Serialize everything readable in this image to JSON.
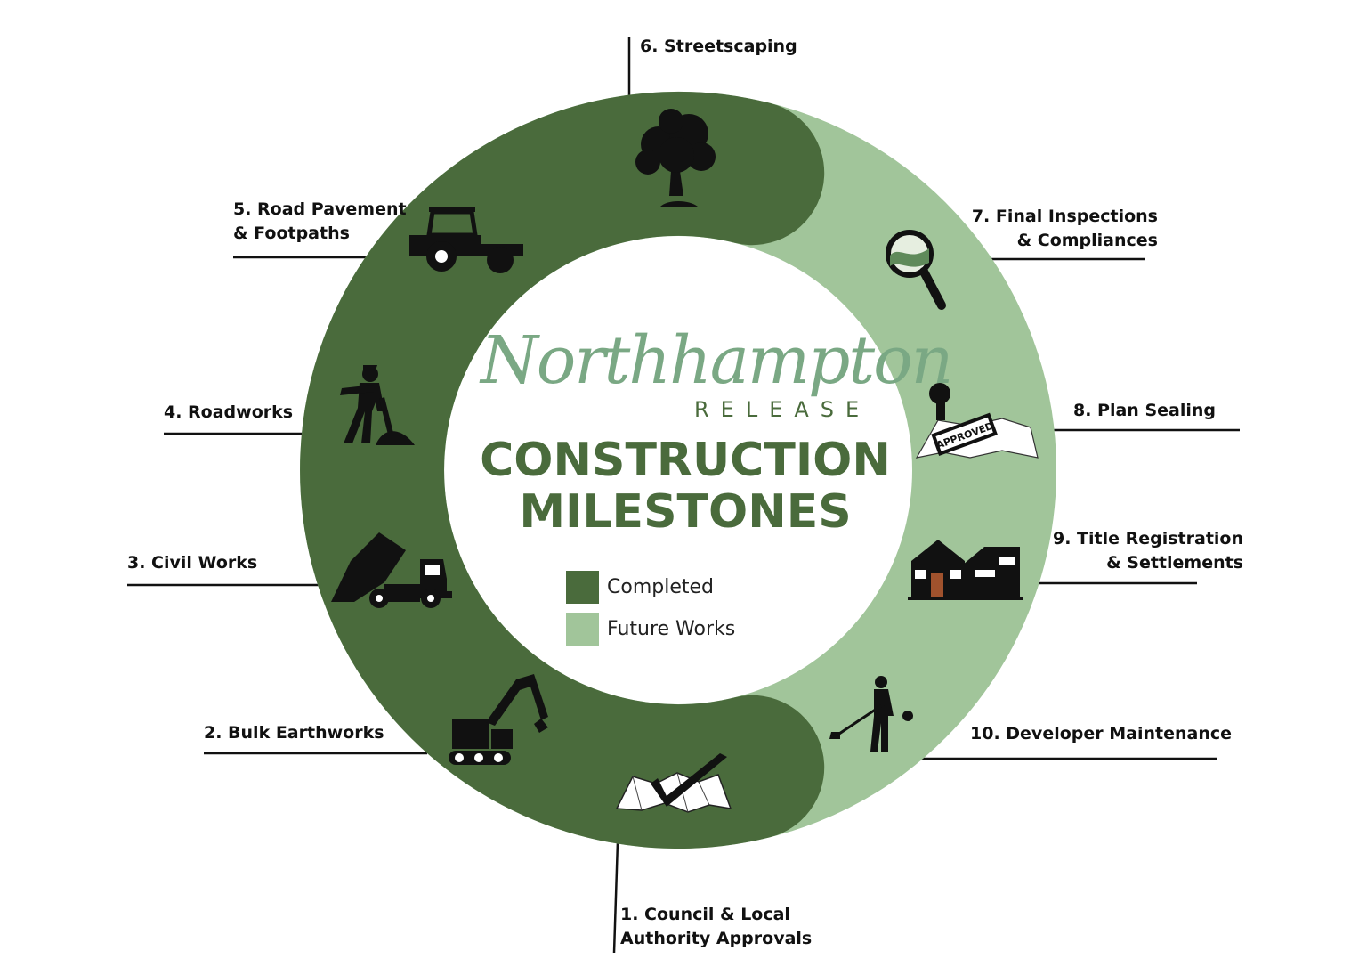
{
  "brand": {
    "script_name": "Northhampton",
    "subtitle": "RELEASE"
  },
  "title": {
    "line1": "CONSTRUCTION",
    "line2": "MILESTONES"
  },
  "legend": [
    {
      "label": "Completed",
      "color": "#4a6b3c"
    },
    {
      "label": "Future Works",
      "color": "#a1c59a"
    }
  ],
  "colors": {
    "completed": "#4a6b3c",
    "future": "#a1c59a",
    "text": "#111111"
  },
  "milestones": [
    {
      "number": 1,
      "line1": "1. Council & Local",
      "line2": "Authority Approvals",
      "status": "completed",
      "icon": "approved-map-check-icon"
    },
    {
      "number": 2,
      "line1": "2. Bulk Earthworks",
      "line2": "",
      "status": "completed",
      "icon": "excavator-icon"
    },
    {
      "number": 3,
      "line1": "3. Civil Works",
      "line2": "",
      "status": "completed",
      "icon": "dump-truck-icon"
    },
    {
      "number": 4,
      "line1": "4. Roadworks",
      "line2": "",
      "status": "completed",
      "icon": "worker-shovel-icon"
    },
    {
      "number": 5,
      "line1": "5. Road Pavement",
      "line2": "& Footpaths",
      "status": "completed",
      "icon": "road-roller-icon"
    },
    {
      "number": 6,
      "line1": "6. Streetscaping",
      "line2": "",
      "status": "completed",
      "icon": "tree-icon"
    },
    {
      "number": 7,
      "line1": "7. Final Inspections",
      "line2": "& Compliances",
      "status": "future",
      "icon": "magnifying-glass-icon"
    },
    {
      "number": 8,
      "line1": "8. Plan Sealing",
      "line2": "",
      "status": "future",
      "icon": "approved-stamp-icon"
    },
    {
      "number": 9,
      "line1": "9. Title Registration",
      "line2": "& Settlements",
      "status": "future",
      "icon": "house-icon"
    },
    {
      "number": 10,
      "line1": "10. Developer Maintenance",
      "line2": "",
      "status": "future",
      "icon": "line-trimmer-worker-icon"
    }
  ]
}
